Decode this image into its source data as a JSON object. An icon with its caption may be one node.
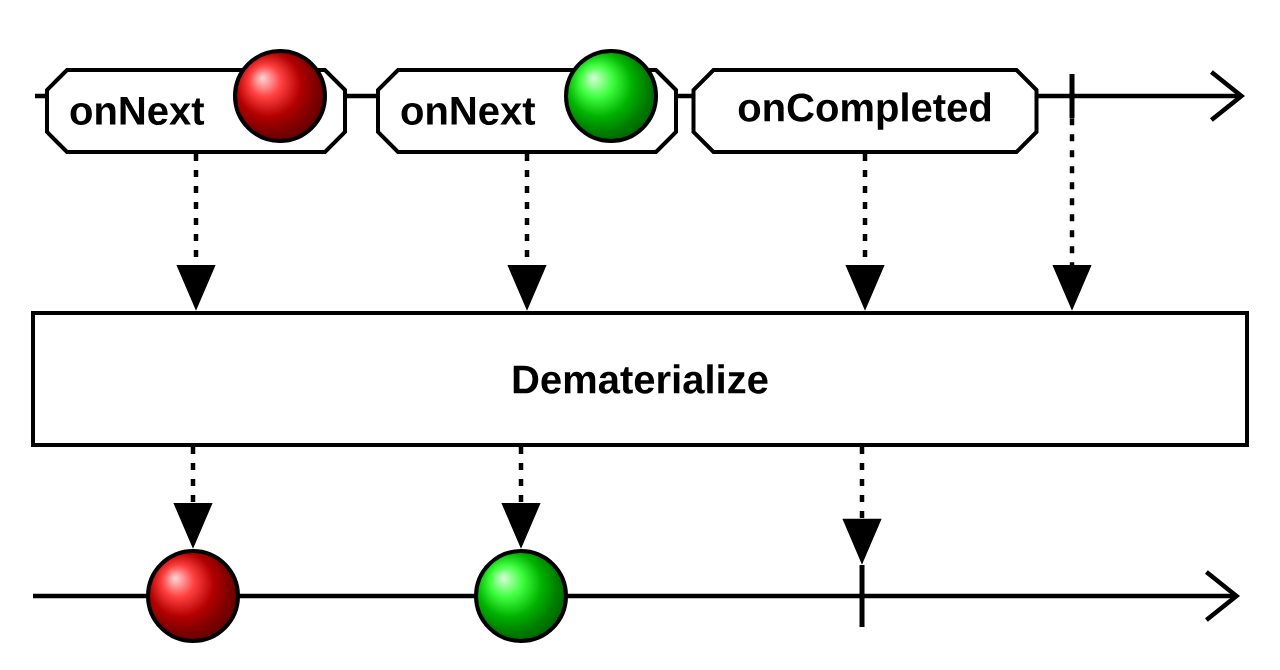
{
  "diagram": {
    "nodes": [
      {
        "text": [
          "onNext"
        ]
      },
      {
        "text": [
          "onNext"
        ]
      },
      {
        "text": [
          "onCompleted"
        ]
      },
      {
        "text": [],
        "shape": "bar"
      },
      {
        "text": [
          "Dematerialize"
        ]
      },
      {
        "text": [],
        "shape": "circle"
      },
      {
        "text": [],
        "shape": "circle"
      },
      {
        "text": [],
        "shape": "bar"
      }
    ],
    "edges": [
      {
        "from": 0,
        "to": 4,
        "arrow": "to",
        "style": "dashed"
      },
      {
        "from": 1,
        "to": 4,
        "arrow": "to",
        "style": "dashed"
      },
      {
        "from": 2,
        "to": 4,
        "arrow": "to",
        "style": "dashed"
      },
      {
        "from": 3,
        "to": 4,
        "arrow": "to",
        "style": "dashed"
      },
      {
        "from": 4,
        "to": 5,
        "arrow": "to",
        "style": "dashed"
      },
      {
        "from": 4,
        "to": 6,
        "arrow": "to",
        "style": "dashed"
      },
      {
        "from": 4,
        "to": 7,
        "arrow": "to",
        "style": "dashed"
      }
    ]
  }
}
